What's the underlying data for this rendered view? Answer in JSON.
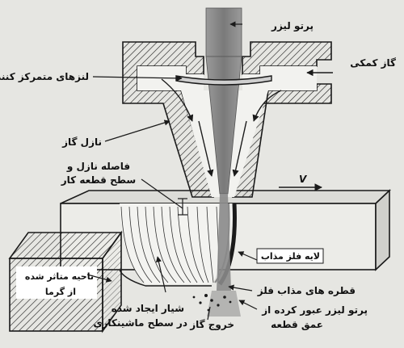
{
  "labels": {
    "laser_beam": "پرتو لیزر",
    "focusing_lens": "لنزهای متمرکز کننده",
    "assist_gas": "گاز کمکی",
    "gas_nozzle": "نازل گاز",
    "nozzle_distance_line1": "فاصله نازل و",
    "nozzle_distance_line2": "سطح قطعه کار",
    "velocity": "V",
    "molten_layer": "لایه فلز مذاب",
    "heat_zone_line1": "ناحیه متاثر شده",
    "heat_zone_line2": "از گرما",
    "molten_drops": "قطره های مذاب فلز",
    "exit_beam_line1": "پرتو لیزر عبور کرده از",
    "exit_beam_line2": "عمق قطعه",
    "gas_exit": "خروج گاز",
    "kerf_line1": "شیار ایجاد شده",
    "kerf_line2": "در سطح ماشینکاری"
  },
  "colors": {
    "background": "#e6e6e2",
    "line": "#1a1a1a",
    "beam": "#8a8a8a",
    "label_bg": "#ffffff"
  }
}
